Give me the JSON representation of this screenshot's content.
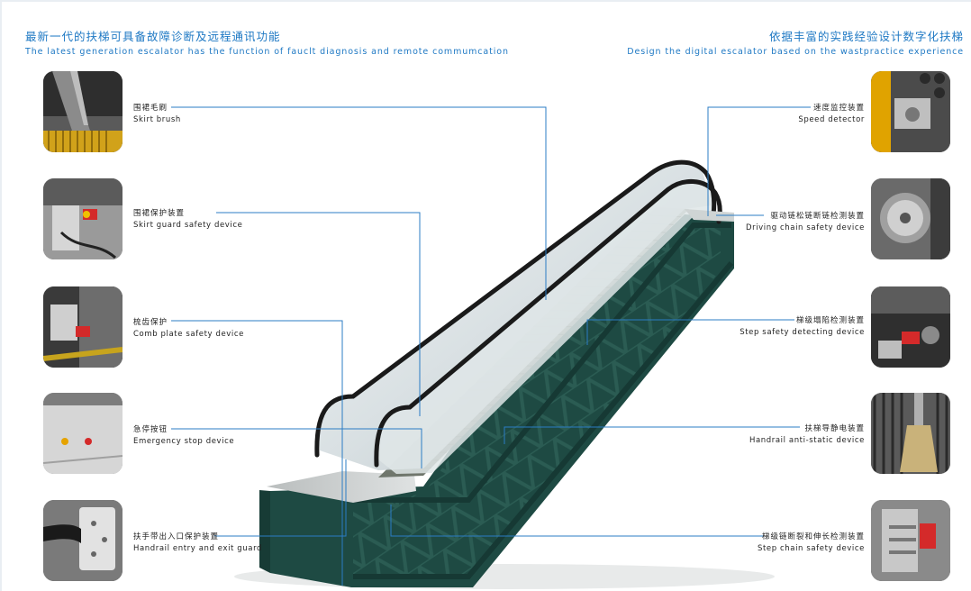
{
  "headings": {
    "left": {
      "cn": "最新一代的扶梯可具备故障诊断及远程通讯功能",
      "en": "The latest generation escalator has the function of fauclt diagnosis and remote commumcation"
    },
    "right": {
      "cn": "依据丰富的实践经验设计数字化扶梯",
      "en": "Design the digital escalator based on the wastpractice experience"
    }
  },
  "callouts_left": [
    {
      "cn": "围裙毛刷",
      "en": "Skirt brush"
    },
    {
      "cn": "围裙保护装置",
      "en": "Skirt guard safety device"
    },
    {
      "cn": "梳齿保护",
      "en": "Comb plate safety device"
    },
    {
      "cn": "急停按钮",
      "en": "Emergency stop device"
    },
    {
      "cn": "扶手带出入口保护装置",
      "en": "Handrail entry and exit guard"
    }
  ],
  "callouts_right": [
    {
      "cn": "速度监控装置",
      "en": "Speed detector"
    },
    {
      "cn": "驱动链松链断链检测装置",
      "en": "Driving chain safety device"
    },
    {
      "cn": "梯级塌陷检测装置",
      "en": "Step safety detecting device"
    },
    {
      "cn": "扶梯导静电装置",
      "en": "Handrail anti-static device"
    },
    {
      "cn": "梯级链断裂和伸长检测装置",
      "en": "Step chain safety device"
    }
  ],
  "colors": {
    "accent_blue": "#1f79c4",
    "truss_green": "#1e4a43",
    "balustrade_glass": "#c9d3d6",
    "handrail_black": "#1a1a1a",
    "steps_gray": "#8a8f86"
  },
  "icons": [
    "skirt-brush-photo",
    "skirt-guard-photo",
    "comb-plate-photo",
    "emergency-stop-photo",
    "handrail-entry-photo",
    "speed-detector-photo",
    "driving-chain-photo",
    "step-safety-photo",
    "anti-static-photo",
    "step-chain-photo"
  ]
}
